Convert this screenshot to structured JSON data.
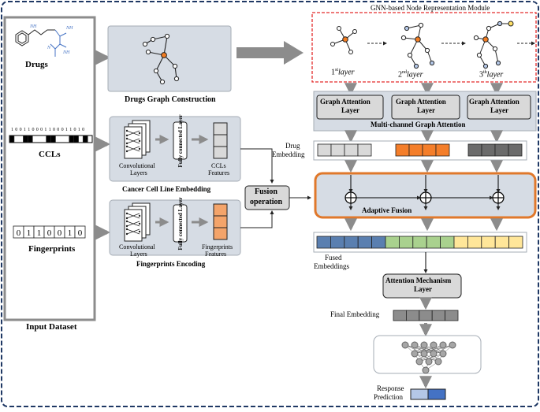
{
  "input": {
    "drugs_label": "Drugs",
    "ccls_label": "CCLs",
    "ccl_bits": "1 0 0 1 1 0 0 0 1 1 0 0 0 1 1 0 1 0",
    "fingerprints_label": "Fingerprints",
    "fingerprint_bits": [
      "0",
      "1",
      "1",
      "0",
      "0",
      "1",
      "0"
    ],
    "dataset_label": "Input Dataset",
    "mol_labels": [
      "NH",
      "NH",
      "N",
      "NH"
    ]
  },
  "graph_construction": {
    "label": "Drugs Graph Construction"
  },
  "ccl_embedding": {
    "conv_label_1": "Convolutional",
    "conv_label_2": "Layers",
    "fc_label": "Fully connected Layer",
    "features_label_1": "CCLs",
    "features_label_2": "Features",
    "title": "Cancer Cell Line Embedding"
  },
  "fp_encoding": {
    "conv_label_1": "Convolutional",
    "conv_label_2": "Layers",
    "fc_label": "Fully connected Layer",
    "features_label_1": "Fingerprints",
    "features_label_2": "Features",
    "title": "Fingerprints Encoding"
  },
  "fusion": {
    "label_1": "Fusion",
    "label_2": "operation"
  },
  "gnn": {
    "title": "GNN-based Node Representation Module",
    "layers": [
      {
        "num": "1",
        "sup": "st",
        "word": "layer"
      },
      {
        "num": "2",
        "sup": "nd",
        "word": "layer"
      },
      {
        "num": "3",
        "sup": "th",
        "word": "layer"
      }
    ]
  },
  "gat": {
    "box_line_1": "Graph Attention",
    "box_line_2": "Layer",
    "title": "Multi-channel Graph Attention"
  },
  "drug_embedding": {
    "label_1": "Drug",
    "label_2": "Embedding"
  },
  "adaptive_fusion": {
    "label": "Adaptive  Fusion"
  },
  "fused": {
    "label_1": "Fused",
    "label_2": "Embeddings"
  },
  "attention": {
    "label_1": "Attention Mechanism",
    "label_2": "Layer"
  },
  "final_embedding": {
    "label": "Final Embedding"
  },
  "response": {
    "label_1": "Response",
    "label_2": "Prediction"
  },
  "colors": {
    "panel": "#d6dce4",
    "panel_border": "#a5acb5",
    "arrow": "#8c8c8c",
    "outer_border": "#1f3864",
    "gnn_border": "#e32b2b",
    "fusion_border": "#e0782b",
    "orange": "#f4a46a",
    "node_orange": "#f07c22",
    "node_blue": "#b4c7e7",
    "node_yellow": "#ffe066",
    "emb_gray": "#d9d9d9",
    "emb_orange": "#f47e2a",
    "emb_dark": "#6b6b6b",
    "fused_blue": "#5a7fb0",
    "fused_green": "#a9d18e",
    "fused_yellow": "#ffe699",
    "final_gray": "#8c8c8c",
    "resp_blue": "#4472c4",
    "resp_light": "#b4c7e7"
  }
}
